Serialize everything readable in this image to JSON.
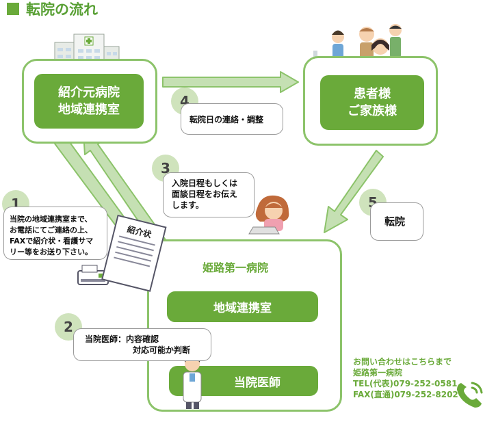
{
  "title": "転院の流れ",
  "referral_hospital": {
    "line1": "紹介元病院",
    "line2": "地域連携室"
  },
  "patient": {
    "line1": "患者様",
    "line2": "ご家族様"
  },
  "hospital": {
    "name": "姫路第一病院",
    "liaison": "地域連携室",
    "doctor": "当院医師"
  },
  "steps": [
    {
      "num": "1",
      "lines": [
        "当院の地域連携室まで、",
        "お電話にてご連絡の上、",
        "FAXで紹介状・看護サマ",
        "リー等をお送り下さい。"
      ]
    },
    {
      "num": "2",
      "lines": [
        "当院医師：内容確認",
        "対応可能か判断"
      ]
    },
    {
      "num": "3",
      "lines": [
        "入院日程もしくは",
        "面談日程をお伝え",
        "します。"
      ]
    },
    {
      "num": "4",
      "lines": [
        "転院日の連絡・調整"
      ]
    },
    {
      "num": "5",
      "lines": [
        "転院"
      ]
    }
  ],
  "document_label": "紹介状",
  "contact": {
    "heading": "お問い合わせはこちらまで",
    "name": "姫路第一病院",
    "tel": "TEL(代表)079-252-0581",
    "fax": "FAX(直通)079-252-8202"
  },
  "colors": {
    "primary": "#6aaa3a",
    "arrow_fill": "#c5e0b3",
    "arrow_stroke": "#8cc36a",
    "circle": "#cfe3bc",
    "contact_text": "#6aaa3a"
  },
  "icons": [
    "hospital-building-icon",
    "patient-family-icon",
    "staff-phone-icon",
    "fax-machine-icon",
    "referral-document-icon",
    "doctor-icon",
    "phone-icon"
  ]
}
